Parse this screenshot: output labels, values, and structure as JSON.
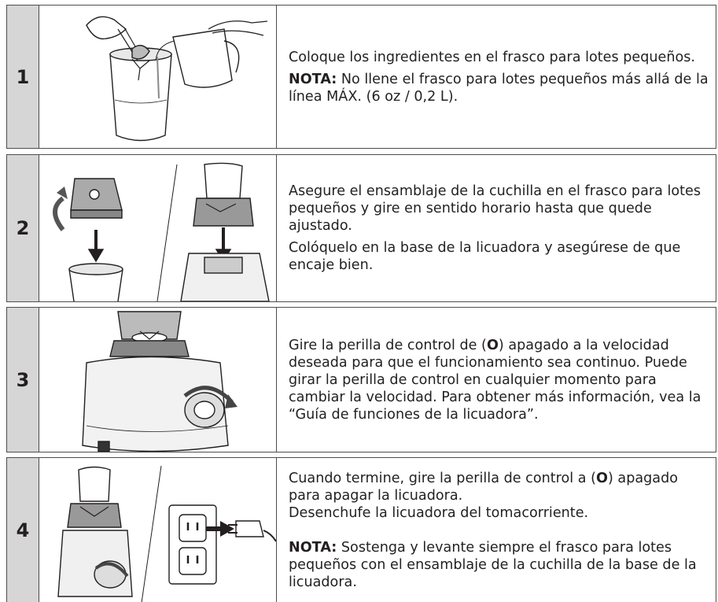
{
  "steps": [
    {
      "number": "1",
      "paragraphs": [
        {
          "text": "Coloque los ingredientes en el frasco para lotes pequeños."
        },
        {
          "bold": "NOTA:",
          "text": " No llene el frasco para lotes pequeños más allá de la línea MÁX. (6 oz / 0,2 L)."
        }
      ]
    },
    {
      "number": "2",
      "paragraphs": [
        {
          "text": "Asegure el ensamblaje de la cuchilla en el frasco para lotes pequeños y gire en sentido horario hasta que quede ajustado."
        },
        {
          "text": "Colóquelo en la base de la licuadora y asegúrese de que encaje bien."
        }
      ]
    },
    {
      "number": "3",
      "paragraphs": [
        {
          "pre": "Gire la perilla de control de (",
          "bold": "O",
          "post": ") apagado a la velocidad deseada para que el funcionamiento sea continuo. Puede girar la perilla de control en cualquier momento para cambiar la velocidad. Para obtener más información, vea la “Guía de funciones de la licuadora”."
        }
      ]
    },
    {
      "number": "4",
      "paragraphs": [
        {
          "pre": "Cuando termine, gire la perilla de control a (",
          "bold": "O",
          "post": ") apagado para apagar la licuadora."
        },
        {
          "text": "Desenchufe la licuadora del tomacorriente."
        },
        {
          "bold": "NOTA:",
          "text": " Sostenga y levante siempre el frasco para lotes pequeños con el ensamblaje de la cuchilla de la base de la licuadora."
        }
      ]
    }
  ],
  "icons": {
    "step1": "pouring-ingredients-illustration",
    "step2": "blade-assembly-illustration",
    "step3": "control-knob-illustration",
    "step4": "unplug-outlet-illustration"
  }
}
